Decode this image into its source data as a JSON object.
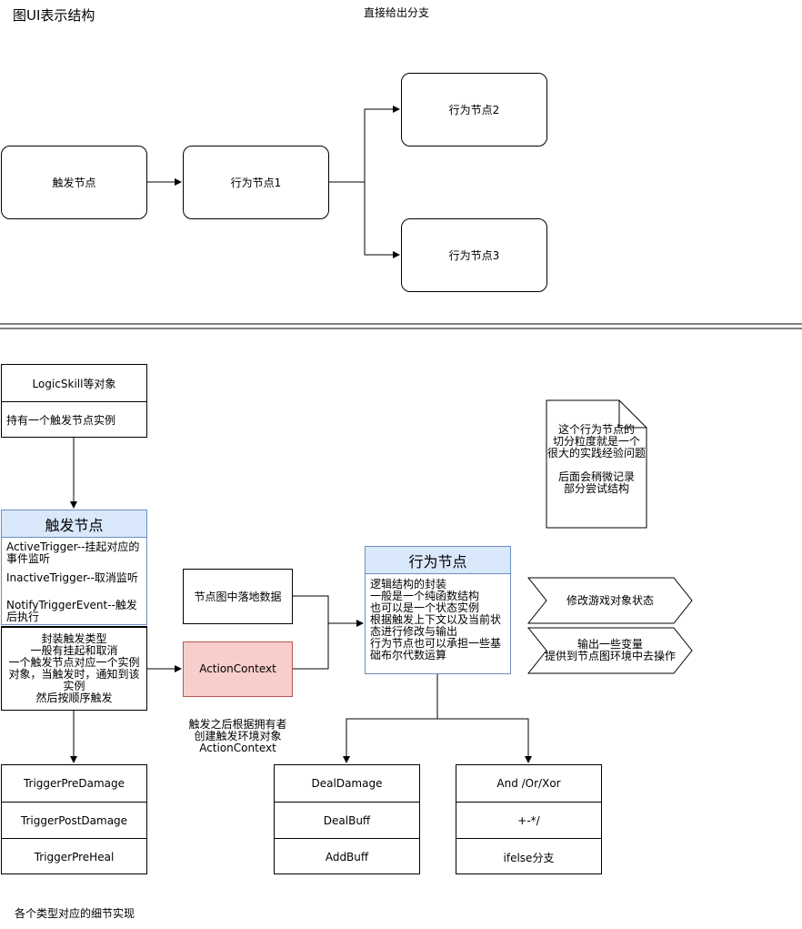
{
  "top": {
    "title": "图UI表示结构",
    "subtitle": "直接给出分支",
    "nodes": {
      "trigger": "触发节点",
      "action1": "行为节点1",
      "action2": "行为节点2",
      "action3": "行为节点3"
    }
  },
  "bottom": {
    "logic_skill": {
      "title": "LogicSkill等对象",
      "row": "持有一个触发节点实例"
    },
    "trigger_node": {
      "title": "触发节点",
      "items": [
        "ActiveTrigger--挂起对应的事件监听",
        "InactiveTrigger--取消监听",
        "NotifyTriggerEvent--触发后执行"
      ]
    },
    "trigger_type_note": [
      "封装触发类型",
      "一般有挂起和取消",
      "一个触发节点对应一个实例对象，当触发时，通知到该实例",
      "然后按顺序触发"
    ],
    "trigger_list": [
      "TriggerPreDamage",
      "TriggerPostDamage",
      "TriggerPreHeal"
    ],
    "graph_data": "节点图中落地数据",
    "action_context": "ActionContext",
    "context_note": [
      "触发之后根据拥有者",
      "创建触发环境对象",
      "ActionContext"
    ],
    "action_node": {
      "title": "行为节点",
      "lines": [
        "逻辑结构的封装",
        "一般是一个纯函数结构",
        "也可以是一个状态实例",
        "根据触发上下文以及当前状态进行修改与输出",
        "行为节点也可以承担一些基础布尔代数运算"
      ]
    },
    "doc_note": [
      "这个行为节点的",
      "切分粒度就是一个",
      "很大的实践经验问题",
      "",
      "后面会稍微记录",
      "部分尝试结构"
    ],
    "arrow_modify": "修改游戏对象状态",
    "arrow_output": [
      "输出一些变量",
      "提供到节点图环境中去操作"
    ],
    "damage_list": [
      "DealDamage",
      "DealBuff",
      "AddBuff"
    ],
    "logic_list": [
      "And /Or/Xor",
      "+-*/",
      "ifelse分支"
    ],
    "footer": "各个类型对应的细节实现"
  }
}
